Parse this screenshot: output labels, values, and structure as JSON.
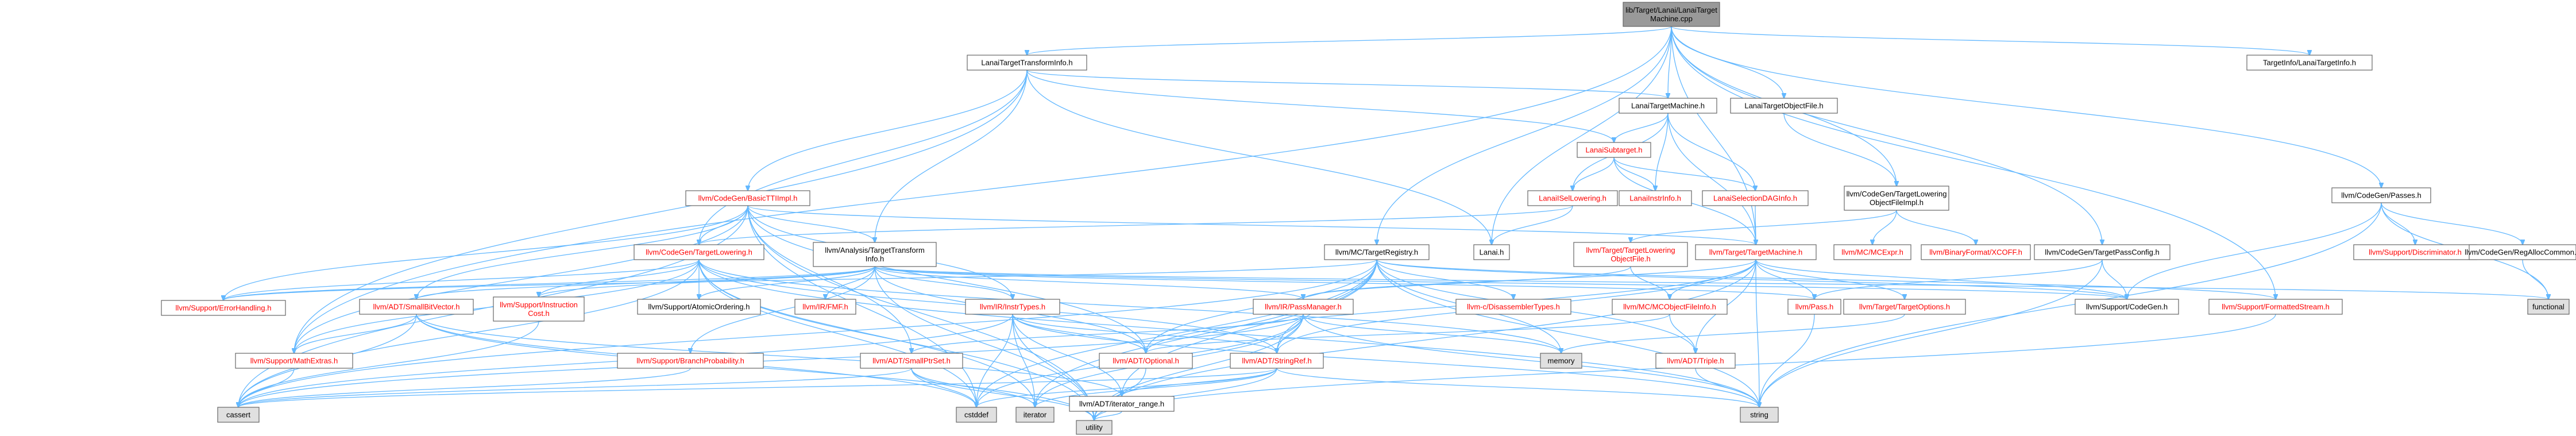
{
  "graph": {
    "colors": {
      "edge": "#63b8ff",
      "node_border": "#666666",
      "root_fill": "#999999",
      "normal_fill": "#ffffff",
      "system_fill": "#e0e0e0",
      "red_text": "#ff0000",
      "black_text": "#000000"
    },
    "nodes": [
      {
        "id": "root",
        "label": [
          "lib/Target/Lanai/LanaiTarget",
          "Machine.cpp"
        ],
        "style": "root"
      },
      {
        "id": "lanaiTTI",
        "label": [
          "LanaiTargetTransformInfo.h"
        ],
        "style": "normal"
      },
      {
        "id": "lanaiTM",
        "label": [
          "LanaiTargetMachine.h"
        ],
        "style": "normal"
      },
      {
        "id": "lanaiTOF",
        "label": [
          "LanaiTargetObjectFile.h"
        ],
        "style": "normal"
      },
      {
        "id": "targetInfo",
        "label": [
          "TargetInfo/LanaiTargetInfo.h"
        ],
        "style": "normal"
      },
      {
        "id": "codegenPasses",
        "label": [
          "llvm/CodeGen/Passes.h"
        ],
        "style": "normal"
      },
      {
        "id": "lanaiSubtarget",
        "label": [
          "LanaiSubtarget.h"
        ],
        "style": "red"
      },
      {
        "id": "codegenBTTI",
        "label": [
          "llvm/CodeGen/BasicTTIImpl.h"
        ],
        "style": "red"
      },
      {
        "id": "lanaiISel",
        "label": [
          "LanaiISelLowering.h"
        ],
        "style": "red"
      },
      {
        "id": "lanaiInstrInfo",
        "label": [
          "LanaiInstrInfo.h"
        ],
        "style": "red"
      },
      {
        "id": "lanaiSelDAG",
        "label": [
          "LanaiSelectionDAGInfo.h"
        ],
        "style": "red"
      },
      {
        "id": "codegenTLOF",
        "label": [
          "llvm/CodeGen/TargetLowering",
          "ObjectFileImpl.h"
        ],
        "style": "normal"
      },
      {
        "id": "lanaiH",
        "label": [
          "Lanai.h"
        ],
        "style": "normal"
      },
      {
        "id": "targetLOF",
        "label": [
          "llvm/Target/TargetLowering",
          "ObjectFile.h"
        ],
        "style": "red"
      },
      {
        "id": "targetMachine",
        "label": [
          "llvm/Target/TargetMachine.h"
        ],
        "style": "red"
      },
      {
        "id": "mcExpr",
        "label": [
          "llvm/MC/MCExpr.h"
        ],
        "style": "red"
      },
      {
        "id": "xcoff",
        "label": [
          "llvm/BinaryFormat/XCOFF.h"
        ],
        "style": "red"
      },
      {
        "id": "codegenTPC",
        "label": [
          "llvm/CodeGen/TargetPassConfig.h"
        ],
        "style": "normal"
      },
      {
        "id": "discriminator",
        "label": [
          "llvm/Support/Discriminator.h"
        ],
        "style": "red"
      },
      {
        "id": "regAlloc",
        "label": [
          "llvm/CodeGen/RegAllocCommon.h"
        ],
        "style": "normal"
      },
      {
        "id": "codegenTL",
        "label": [
          "llvm/CodeGen/TargetLowering.h"
        ],
        "style": "red"
      },
      {
        "id": "analysisTTI",
        "label": [
          "llvm/Analysis/TargetTransform",
          "Info.h"
        ],
        "style": "normal"
      },
      {
        "id": "mcTR",
        "label": [
          "llvm/MC/TargetRegistry.h"
        ],
        "style": "normal"
      },
      {
        "id": "functional",
        "label": [
          "functional"
        ],
        "style": "system"
      },
      {
        "id": "errorHandling",
        "label": [
          "llvm/Support/ErrorHandling.h"
        ],
        "style": "red"
      },
      {
        "id": "smallBitVector",
        "label": [
          "llvm/ADT/SmallBitVector.h"
        ],
        "style": "red"
      },
      {
        "id": "instrCost",
        "label": [
          "llvm/Support/Instruction",
          "Cost.h"
        ],
        "style": "red"
      },
      {
        "id": "atomicOrdering",
        "label": [
          "llvm/Support/AtomicOrdering.h"
        ],
        "style": "normal"
      },
      {
        "id": "fmf",
        "label": [
          "llvm/IR/FMF.h"
        ],
        "style": "red"
      },
      {
        "id": "instrTypes",
        "label": [
          "llvm/IR/InstrTypes.h"
        ],
        "style": "red"
      },
      {
        "id": "passManager",
        "label": [
          "llvm/IR/PassManager.h"
        ],
        "style": "red"
      },
      {
        "id": "disasm",
        "label": [
          "llvm-c/DisassemblerTypes.h"
        ],
        "style": "red"
      },
      {
        "id": "mcObjFileInfo",
        "label": [
          "llvm/MC/MCObjectFileInfo.h"
        ],
        "style": "red"
      },
      {
        "id": "pass",
        "label": [
          "llvm/Pass.h"
        ],
        "style": "red"
      },
      {
        "id": "targetOptions",
        "label": [
          "llvm/Target/TargetOptions.h"
        ],
        "style": "red"
      },
      {
        "id": "supportCodeGen",
        "label": [
          "llvm/Support/CodeGen.h"
        ],
        "style": "normal"
      },
      {
        "id": "formattedStream",
        "label": [
          "llvm/Support/FormattedStream.h"
        ],
        "style": "red"
      },
      {
        "id": "mathExtras",
        "label": [
          "llvm/Support/MathExtras.h"
        ],
        "style": "red"
      },
      {
        "id": "branchProb",
        "label": [
          "llvm/Support/BranchProbability.h"
        ],
        "style": "red"
      },
      {
        "id": "smallPtrSet",
        "label": [
          "llvm/ADT/SmallPtrSet.h"
        ],
        "style": "red"
      },
      {
        "id": "optional",
        "label": [
          "llvm/ADT/Optional.h"
        ],
        "style": "red"
      },
      {
        "id": "stringRef",
        "label": [
          "llvm/ADT/StringRef.h"
        ],
        "style": "red"
      },
      {
        "id": "memory",
        "label": [
          "memory"
        ],
        "style": "system"
      },
      {
        "id": "triple",
        "label": [
          "llvm/ADT/Triple.h"
        ],
        "style": "red"
      },
      {
        "id": "cassert",
        "label": [
          "cassert"
        ],
        "style": "system"
      },
      {
        "id": "cstddef",
        "label": [
          "cstddef"
        ],
        "style": "system"
      },
      {
        "id": "iterator",
        "label": [
          "iterator"
        ],
        "style": "system"
      },
      {
        "id": "iterRange",
        "label": [
          "llvm/ADT/iterator_range.h"
        ],
        "style": "normal"
      },
      {
        "id": "string",
        "label": [
          "string"
        ],
        "style": "system"
      },
      {
        "id": "utility",
        "label": [
          "utility"
        ],
        "style": "system"
      }
    ],
    "edges": [
      [
        "root",
        "lanaiTTI"
      ],
      [
        "root",
        "lanaiTM"
      ],
      [
        "root",
        "lanaiTOF"
      ],
      [
        "root",
        "targetInfo"
      ],
      [
        "root",
        "codegenPasses"
      ],
      [
        "root",
        "lanaiH"
      ],
      [
        "root",
        "mcTR"
      ],
      [
        "root",
        "codegenTPC"
      ],
      [
        "root",
        "formattedStream"
      ],
      [
        "root",
        "codegenTLOF"
      ],
      [
        "root",
        "targetMachine"
      ],
      [
        "root",
        "mathExtras"
      ],
      [
        "lanaiTTI",
        "lanaiSubtarget"
      ],
      [
        "lanaiTTI",
        "codegenBTTI"
      ],
      [
        "lanaiTTI",
        "analysisTTI"
      ],
      [
        "lanaiTTI",
        "codegenTL"
      ],
      [
        "lanaiTTI",
        "lanaiH"
      ],
      [
        "lanaiTTI",
        "mathExtras"
      ],
      [
        "lanaiTTI",
        "lanaiTM"
      ],
      [
        "lanaiTM",
        "lanaiSubtarget"
      ],
      [
        "lanaiTM",
        "lanaiInstrInfo"
      ],
      [
        "lanaiTM",
        "lanaiSelDAG"
      ],
      [
        "lanaiTM",
        "lanaiISel"
      ],
      [
        "lanaiTM",
        "targetMachine"
      ],
      [
        "lanaiTOF",
        "codegenTLOF"
      ],
      [
        "lanaiSubtarget",
        "lanaiISel"
      ],
      [
        "lanaiSubtarget",
        "lanaiInstrInfo"
      ],
      [
        "lanaiSubtarget",
        "lanaiSelDAG"
      ],
      [
        "lanaiSubtarget",
        "targetMachine"
      ],
      [
        "lanaiISel",
        "lanaiH"
      ],
      [
        "lanaiISel",
        "codegenTL"
      ],
      [
        "lanaiSelDAG",
        "targetMachine"
      ],
      [
        "codegenTLOF",
        "targetLOF"
      ],
      [
        "codegenTLOF",
        "mcExpr"
      ],
      [
        "codegenTLOF",
        "xcoff"
      ],
      [
        "codegenPasses",
        "discriminator"
      ],
      [
        "codegenPasses",
        "regAlloc"
      ],
      [
        "codegenPasses",
        "supportCodeGen"
      ],
      [
        "codegenPasses",
        "functional"
      ],
      [
        "codegenPasses",
        "string"
      ],
      [
        "regAlloc",
        "functional"
      ],
      [
        "codegenTPC",
        "pass"
      ],
      [
        "codegenTPC",
        "supportCodeGen"
      ],
      [
        "codegenTPC",
        "string"
      ],
      [
        "codegenBTTI",
        "analysisTTI"
      ],
      [
        "codegenBTTI",
        "codegenTL"
      ],
      [
        "codegenBTTI",
        "targetMachine"
      ],
      [
        "codegenBTTI",
        "instrTypes"
      ],
      [
        "codegenBTTI",
        "smallPtrSet"
      ],
      [
        "codegenBTTI",
        "mathExtras"
      ],
      [
        "codegenBTTI",
        "errorHandling"
      ],
      [
        "codegenBTTI",
        "cassert"
      ],
      [
        "codegenBTTI",
        "cstddef"
      ],
      [
        "codegenBTTI",
        "utility"
      ],
      [
        "codegenBTTI",
        "smallBitVector"
      ],
      [
        "codegenBTTI",
        "optional"
      ],
      [
        "analysisTTI",
        "instrCost"
      ],
      [
        "analysisTTI",
        "atomicOrdering"
      ],
      [
        "analysisTTI",
        "fmf"
      ],
      [
        "analysisTTI",
        "instrTypes"
      ],
      [
        "analysisTTI",
        "passManager"
      ],
      [
        "analysisTTI",
        "pass"
      ],
      [
        "analysisTTI",
        "branchProb"
      ],
      [
        "analysisTTI",
        "smallBitVector"
      ],
      [
        "analysisTTI",
        "supportCodeGen"
      ],
      [
        "analysisTTI",
        "functional"
      ],
      [
        "analysisTTI",
        "utility"
      ],
      [
        "analysisTTI",
        "optional"
      ],
      [
        "analysisTTI",
        "errorHandling"
      ],
      [
        "codegenTL",
        "errorHandling"
      ],
      [
        "codegenTL",
        "smallVectorDummy"
      ],
      [
        "codegenTL",
        "atomicOrdering"
      ],
      [
        "codegenTL",
        "instrCost"
      ],
      [
        "codegenTL",
        "mathExtras"
      ],
      [
        "codegenTL",
        "stringRef"
      ],
      [
        "codegenTL",
        "cassert"
      ],
      [
        "codegenTL",
        "cstddef"
      ],
      [
        "codegenTL",
        "iterator"
      ],
      [
        "codegenTL",
        "memory"
      ],
      [
        "codegenTL",
        "string"
      ],
      [
        "codegenTL",
        "utility"
      ],
      [
        "mcTR",
        "disasm"
      ],
      [
        "mcTR",
        "optional"
      ],
      [
        "mcTR",
        "stringRef"
      ],
      [
        "mcTR",
        "iterRange"
      ],
      [
        "mcTR",
        "supportCodeGen"
      ],
      [
        "mcTR",
        "errorHandling"
      ],
      [
        "mcTR",
        "formattedStream"
      ],
      [
        "mcTR",
        "triple"
      ],
      [
        "mcTR",
        "cassert"
      ],
      [
        "mcTR",
        "cstddef"
      ],
      [
        "mcTR",
        "iterator"
      ],
      [
        "mcTR",
        "memory"
      ],
      [
        "mcTR",
        "string"
      ],
      [
        "targetLOF",
        "mcObjFileInfo"
      ],
      [
        "targetLOF",
        "passManager"
      ],
      [
        "targetMachine",
        "mcObjFileInfo"
      ],
      [
        "targetMachine",
        "pass"
      ],
      [
        "targetMachine",
        "targetOptions"
      ],
      [
        "targetMachine",
        "supportCodeGen"
      ],
      [
        "targetMachine",
        "triple"
      ],
      [
        "targetMachine",
        "passManager"
      ],
      [
        "targetMachine",
        "stringRef"
      ],
      [
        "targetMachine",
        "optional"
      ],
      [
        "targetMachine",
        "string"
      ],
      [
        "targetMachine",
        "utility"
      ],
      [
        "mcObjFileInfo",
        "triple"
      ],
      [
        "mcObjFileInfo",
        "optional"
      ],
      [
        "pass",
        "string"
      ],
      [
        "targetOptions",
        "memory"
      ],
      [
        "formattedStream",
        "utility"
      ],
      [
        "smallBitVector",
        "mathExtras"
      ],
      [
        "smallBitVector",
        "cassert"
      ],
      [
        "smallBitVector",
        "utility"
      ],
      [
        "smallBitVector",
        "iterRange"
      ],
      [
        "smallBitVector",
        "cstddef"
      ],
      [
        "instrCost",
        "cassert"
      ],
      [
        "instrTypes",
        "optional"
      ],
      [
        "instrTypes",
        "stringRef"
      ],
      [
        "instrTypes",
        "iterRange"
      ],
      [
        "instrTypes",
        "cassert"
      ],
      [
        "instrTypes",
        "cstddef"
      ],
      [
        "instrTypes",
        "iterator"
      ],
      [
        "instrTypes",
        "string"
      ],
      [
        "instrTypes",
        "utility"
      ],
      [
        "passManager",
        "smallPtrSet"
      ],
      [
        "passManager",
        "stringRef"
      ],
      [
        "passManager",
        "cassert"
      ],
      [
        "passManager",
        "cstddef"
      ],
      [
        "passManager",
        "iterator"
      ],
      [
        "passManager",
        "memory"
      ],
      [
        "passManager",
        "string"
      ],
      [
        "passManager",
        "utility"
      ],
      [
        "branchProb",
        "cassert"
      ],
      [
        "smallPtrSet",
        "cassert"
      ],
      [
        "smallPtrSet",
        "cstddef"
      ],
      [
        "smallPtrSet",
        "iterator"
      ],
      [
        "smallPtrSet",
        "utility"
      ],
      [
        "optional",
        "utility"
      ],
      [
        "stringRef",
        "iterRange"
      ],
      [
        "stringRef",
        "cassert"
      ],
      [
        "stringRef",
        "cstddef"
      ],
      [
        "stringRef",
        "iterator"
      ],
      [
        "stringRef",
        "string"
      ],
      [
        "stringRef",
        "utility"
      ],
      [
        "triple",
        "string"
      ],
      [
        "mathExtras",
        "cassert"
      ],
      [
        "iterRange",
        "utility"
      ]
    ]
  }
}
